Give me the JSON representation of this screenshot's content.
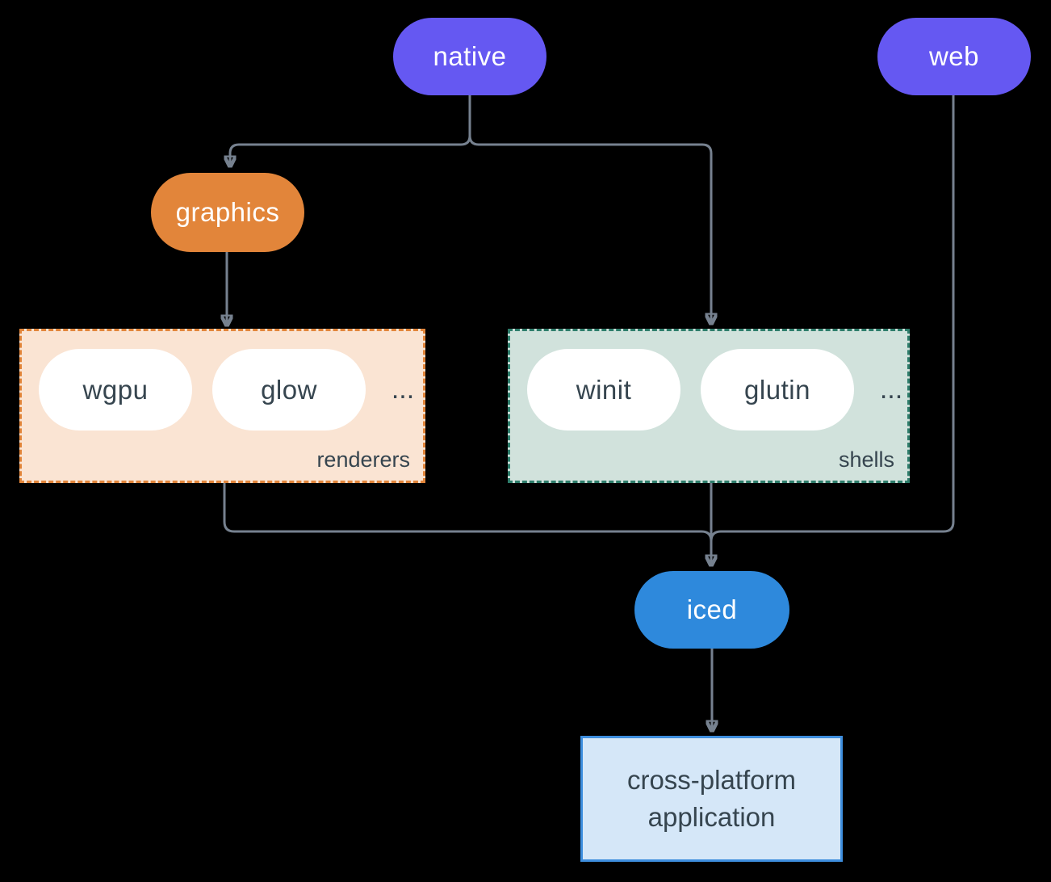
{
  "colors": {
    "background": "#000000",
    "connector": "#76818F",
    "platform_pill": "#6558F2",
    "graphics_pill": "#E2853A",
    "iced_pill": "#2E89DC",
    "pill_text_light": "#FFFFFF",
    "dark_text": "#36454F",
    "renderers_fill": "#FAE4D3",
    "renderers_border": "#E2853A",
    "shells_fill": "#D1E2DC",
    "shells_border": "#2E7D6B",
    "application_fill": "#D5E7F8",
    "application_border": "#3E8EDE"
  },
  "nodes": {
    "native": {
      "label": "native"
    },
    "web": {
      "label": "web"
    },
    "graphics": {
      "label": "graphics"
    },
    "iced": {
      "label": "iced"
    },
    "application": {
      "line1": "cross-platform",
      "line2": "application"
    }
  },
  "groups": {
    "renderers": {
      "label": "renderers",
      "ellipsis": "...",
      "items": [
        {
          "label": "wgpu"
        },
        {
          "label": "glow"
        }
      ]
    },
    "shells": {
      "label": "shells",
      "ellipsis": "...",
      "items": [
        {
          "label": "winit"
        },
        {
          "label": "glutin"
        }
      ]
    }
  },
  "edges": [
    {
      "from": "native",
      "to": "graphics"
    },
    {
      "from": "native",
      "to": "shells"
    },
    {
      "from": "graphics",
      "to": "renderers"
    },
    {
      "from": "renderers",
      "to": "iced"
    },
    {
      "from": "web",
      "to": "iced"
    },
    {
      "from": "shells",
      "to": "iced"
    },
    {
      "from": "iced",
      "to": "application"
    }
  ]
}
